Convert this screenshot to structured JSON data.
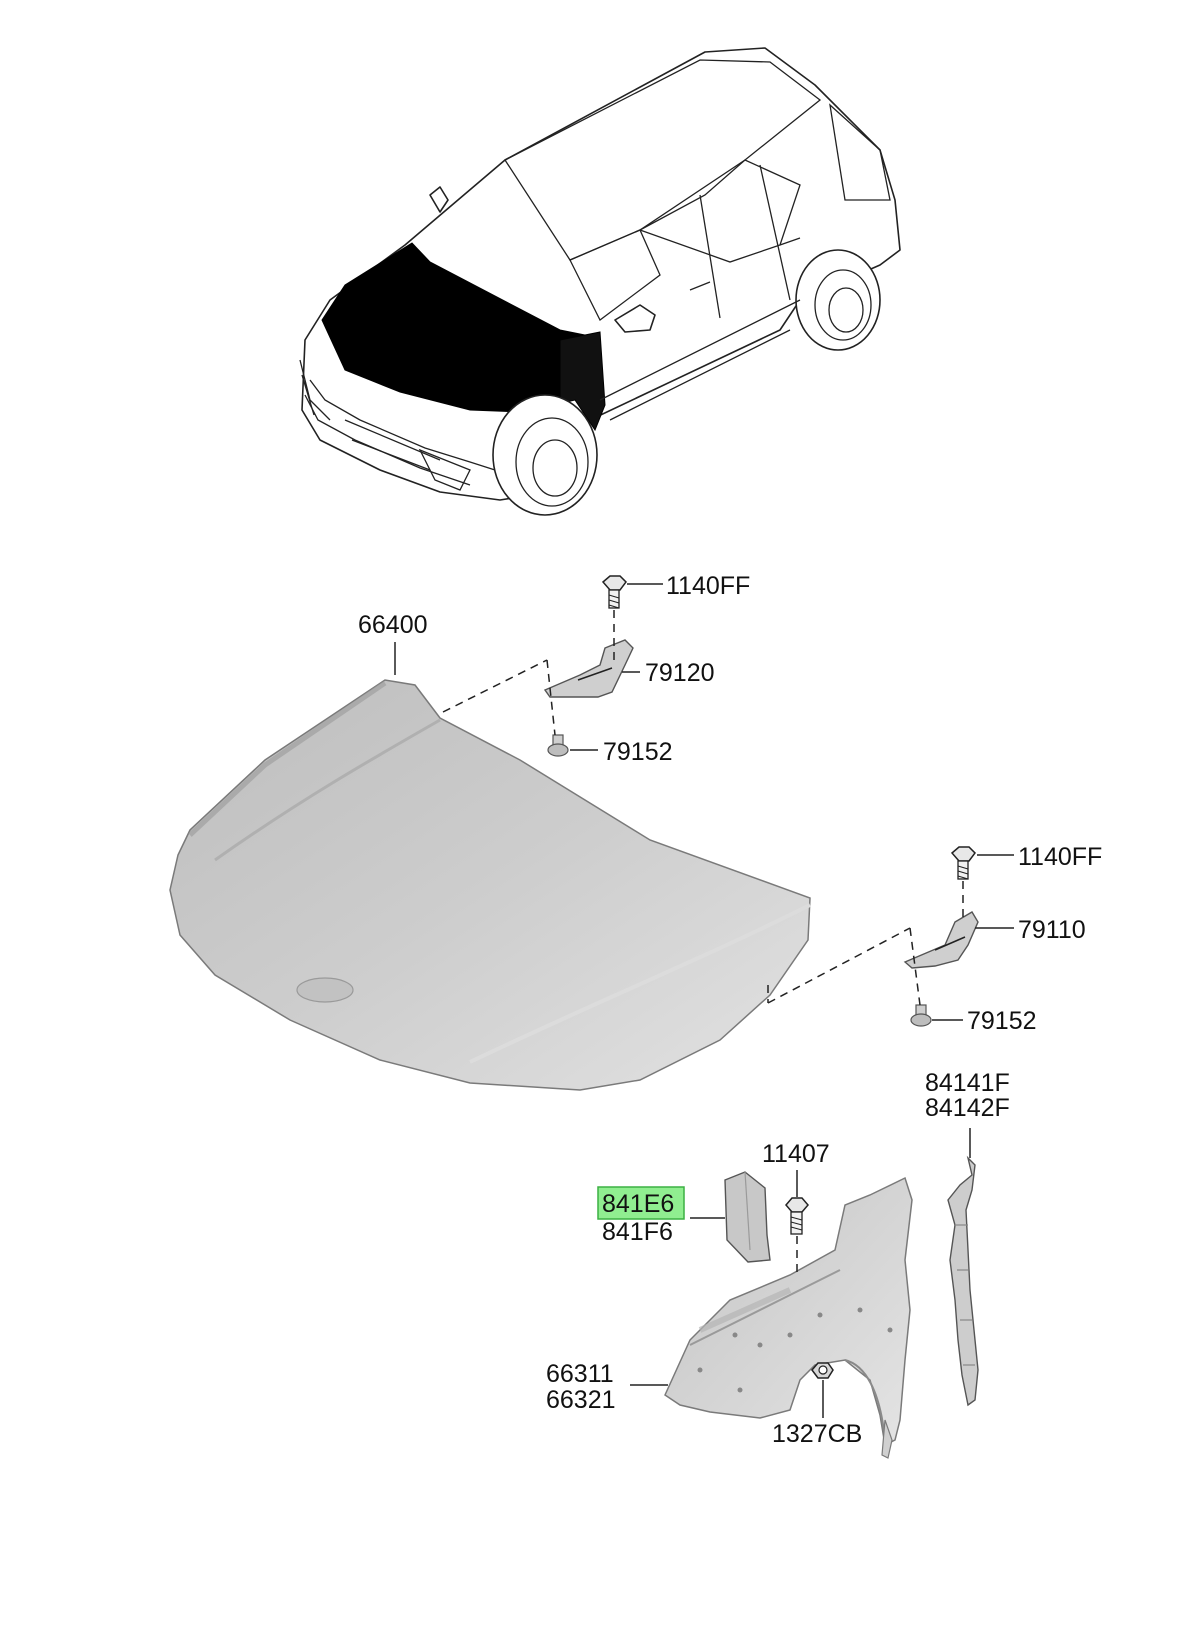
{
  "colors": {
    "background": "#ffffff",
    "line": "#222222",
    "part_fill": "#cfcfcf",
    "part_shadow": "#a9a9a9",
    "highlight_fill": "#90ee90",
    "highlight_stroke": "#3cb043"
  },
  "labels": {
    "hood": "66400",
    "bolt_upper": "1140FF",
    "hinge_lh": "79120",
    "bolt_hinge_upper": "79152",
    "bolt_right": "1140FF",
    "hinge_rh": "79110",
    "bolt_hinge_lower": "79152",
    "insulator_rh": "84141F",
    "insulator_lh": "84142F",
    "screw": "11407",
    "bracket_a": "841E6",
    "bracket_b": "841F6",
    "fender_lh": "66311",
    "fender_rh": "66321",
    "nut": "1327CB"
  },
  "highlighted_part": "841E6"
}
